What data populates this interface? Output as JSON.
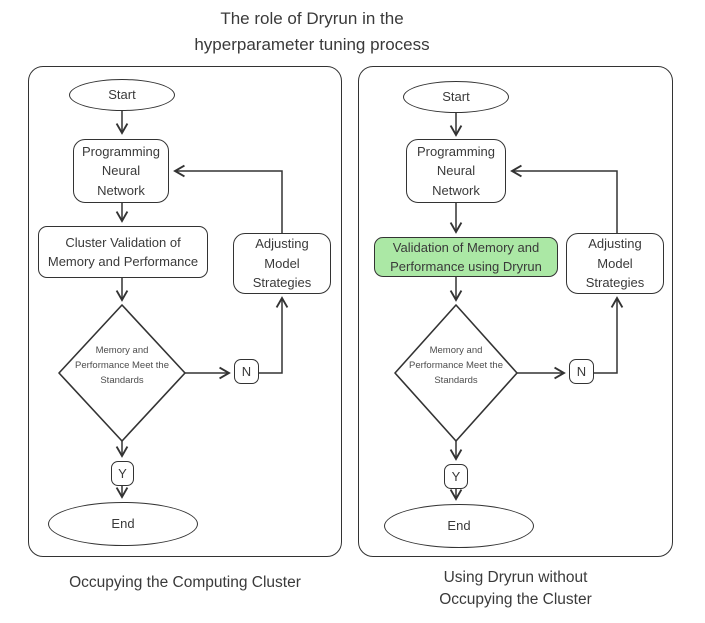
{
  "title": "The role of Dryrun in the\nhyperparameter tuning process",
  "colors": {
    "highlight_fill": "#abe8a5",
    "stroke": "#333333"
  },
  "panels": [
    {
      "caption": "Occupying the Computing Cluster",
      "nodes": {
        "start": "Start",
        "program": "Programming\nNeural\nNetwork",
        "validate": "Cluster Validation of\nMemory and Performance",
        "decision": "Memory and\nPerformance\nMeet the\nStandards",
        "no": "N",
        "adjust": "Adjusting\nModel\nStrategies",
        "yes": "Y",
        "end": "End"
      }
    },
    {
      "caption": "Using Dryrun without\nOccupying the Cluster",
      "nodes": {
        "start": "Start",
        "program": "Programming\nNeural\nNetwork",
        "validate": "Validation of Memory and\nPerformance using Dryrun",
        "decision": "Memory and\nPerformance\nMeet the\nStandards",
        "no": "N",
        "adjust": "Adjusting\nModel\nStrategies",
        "yes": "Y",
        "end": "End"
      }
    }
  ]
}
